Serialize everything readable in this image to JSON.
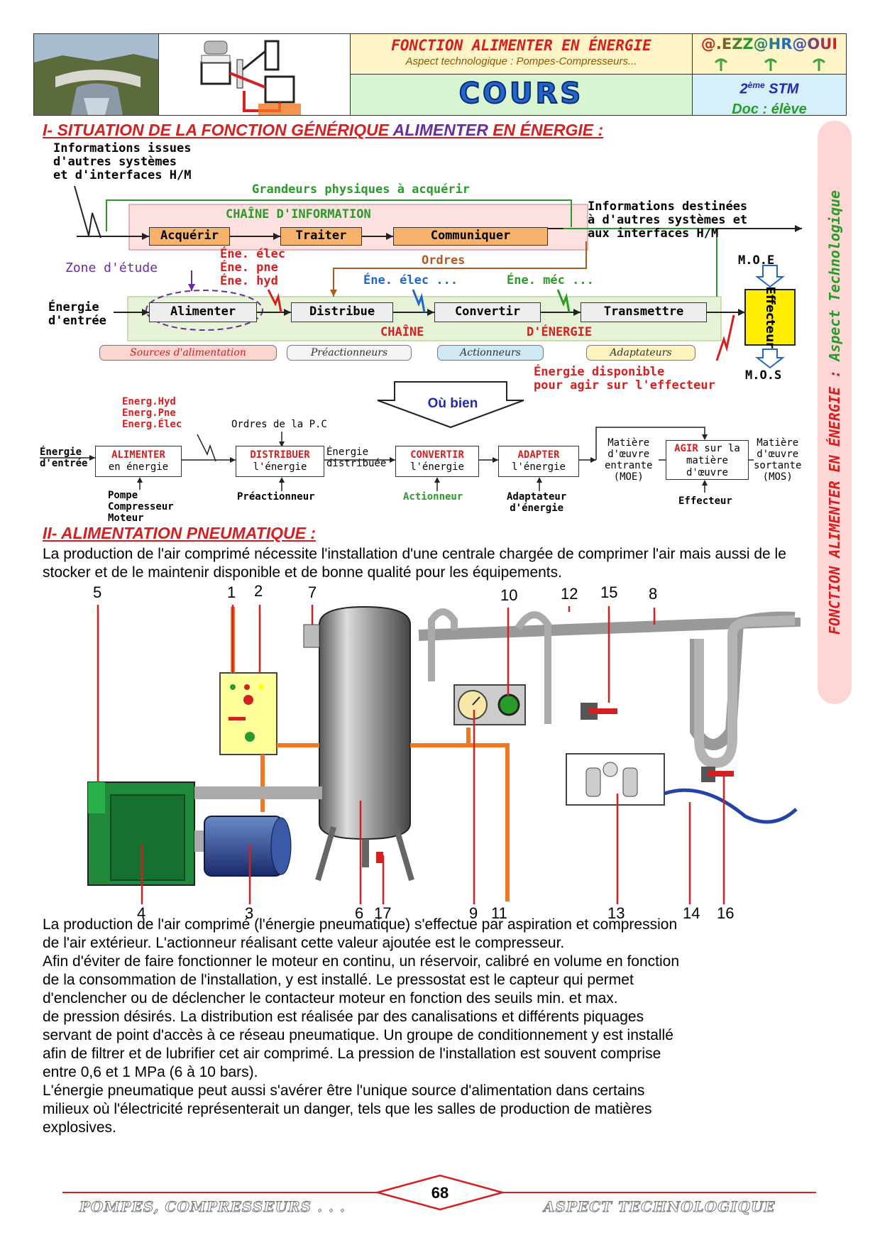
{
  "header": {
    "title": "FONCTION ALIMENTER EN ÉNERGIE",
    "subtitle": "Aspect technologique : Pompes-Compresseurs...",
    "doc_type": "COURS",
    "author": "@.EZZ@HR@OUI",
    "class_prefix": "2",
    "class_sup": "ème",
    "class_suffix": " STM",
    "doc_label": "Doc : élève"
  },
  "side_band": {
    "part1": "FONCTION ALIMENTER EN ÉNERGIE :",
    "part2": " Aspect Technologique"
  },
  "section1": {
    "title_a": "I- SITUATION DE LA FONCTION GÉNÉRIQUE ",
    "title_b": "ALIMENTER",
    "title_c": " EN ÉNERGIE :"
  },
  "diagram1": {
    "info_in": "Informations issues\nd'autres systèmes\net d'interfaces H/M",
    "grandeurs": "Grandeurs physiques à acquérir",
    "chaine_info": "CHAÎNE D'INFORMATION",
    "info_out": "Informations destinées\nà d'autres systèmes et\naux interfaces H/M",
    "acquerir": "Acquérir",
    "traiter": "Traiter",
    "communiquer": "Communiquer",
    "zone": "Zone d'étude",
    "ene_list": "Éne. élec\nÉne. pne\nÉne. hyd",
    "ordres": "Ordres",
    "ene_elec": "Éne. élec ...",
    "ene_mec": "Éne. méc ...",
    "moe": "M.O.E",
    "energie_entree": "Énergie\nd'entrée",
    "alimenter": "Alimenter",
    "distribue": "Distribue",
    "convertir": "Convertir",
    "transmettre": "Transmettre",
    "effecteur": "Effecteur",
    "chaine_energie_a": "CHAÎNE",
    "chaine_energie_b": "D'ÉNERGIE",
    "sources": "Sources d'alimentation",
    "preact": "Préactionneurs",
    "actionneurs": "Actionneurs",
    "adaptateurs": "Adaptateurs",
    "energie_dispo": "Énergie disponible\npour agir sur l'effecteur",
    "mos": "M.O.S",
    "ou_bien": "Où bien"
  },
  "diagram2": {
    "energ_list": "Energ.Hyd\nEnerg.Pne\nEnerg.Élec",
    "ordres_pc": "Ordres de la P.C",
    "energie_entree": "Énergie\nd'entrée",
    "alimenter_k": "ALIMENTER",
    "alimenter_t": "en énergie",
    "distribuer_k": "DISTRIBUER",
    "distribuer_t": "l'énergie",
    "energie_distribuee": "Énergie\ndistribuée",
    "convertir_k": "CONVERTIR",
    "convertir_t": "l'énergie",
    "adapter_k": "ADAPTER",
    "adapter_t": "l'énergie",
    "moe": "Matière\nd'œuvre\nentrante\n(MOE)",
    "agir_k": "AGIR",
    "agir_t": " sur la\nmatière\nd'œuvre",
    "mos": "Matière\nd'œuvre\nsortante\n(MOS)",
    "pompe": "Pompe\nCompresseur\nMoteur",
    "preactionneur": "Préactionneur",
    "actionneur": "Actionneur",
    "adaptateur": "Adaptateur\nd'énergie",
    "effecteur": "Effecteur"
  },
  "section2": {
    "title": "II- ALIMENTATION PNEUMATIQUE :",
    "intro": " La production de l'air comprimé nécessite l'installation d'une centrale chargée de comprimer l'air mais aussi de le stocker et de le maintenir disponible et de bonne qualité pour les équipements.",
    "labels_top": [
      "5",
      "1",
      "2",
      "7",
      "10",
      "12",
      "15",
      "8"
    ],
    "labels_bottom": [
      "4",
      "3",
      "6",
      "17",
      "9",
      "11",
      "13",
      "14",
      "16"
    ],
    "body": [
      " La production de l'air comprimé (l'énergie pneumatique) s'effectue par aspiration et compression",
      "de l'air extérieur. L'actionneur réalisant cette valeur ajoutée est le compresseur.",
      "Afin d'éviter de faire fonctionner le moteur en continu, un réservoir, calibré en volume en fonction",
      " de la consommation de l'installation, y est installé. Le pressostat est le capteur qui permet",
      "d'enclencher ou de déclencher le contacteur moteur en fonction des seuils min. et max.",
      "de pression désirés. La distribution est réalisée par des canalisations et différents piquages",
      "servant de point d'accès à ce réseau pneumatique. Un groupe de conditionnement y est installé",
      "afin de filtrer et de lubrifier cet air comprimé. La pression de l'installation est souvent comprise",
      "entre 0,6 et 1 MPa (6 à 10 bars).",
      " L'énergie pneumatique peut aussi s'avérer être l'unique source d'alimentation dans certains",
      "milieux où l'électricité représenterait un danger, tels que les salles de production de matières",
      "explosives."
    ]
  },
  "footer": {
    "left": "POMPES, COMPRESSEURS . . .",
    "page": "68",
    "right": "ASPECT TECHNOLOGIQUE"
  },
  "colors": {
    "red": "#d42020",
    "purple": "#6a2da0",
    "green": "#2a9a2a",
    "orange": "#f07820"
  }
}
